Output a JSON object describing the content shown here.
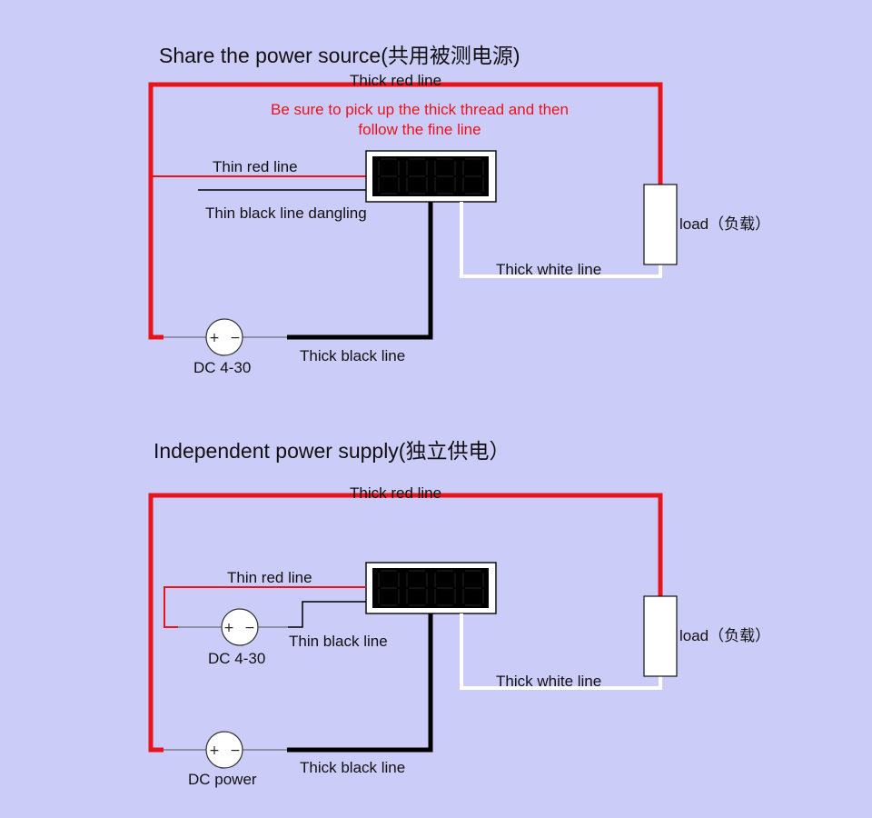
{
  "colors": {
    "background": "#ccccf8",
    "thick_red": "#e8141c",
    "thin_red": "#e8141c",
    "thick_black": "#000000",
    "thin_black": "#000000",
    "thick_white": "#ffffff",
    "warning_text": "#e8141c"
  },
  "diagram1": {
    "title": "Share the power source(共用被测电源)",
    "thick_red_label": "Thick red line",
    "warning_line1": "Be sure to pick up the thick thread and then",
    "warning_line2": "follow the fine line",
    "thin_red_label": "Thin red line",
    "thin_black_label": "Thin black line dangling",
    "thick_white_label": "Thick white line",
    "thick_black_label": "Thick black line",
    "load_label": "load（负载）",
    "source_label": "DC 4-30",
    "source_plus": "+",
    "source_minus": "−"
  },
  "diagram2": {
    "title": "Independent power supply(独立供电）",
    "thick_red_label": "Thick red line",
    "thin_red_label": "Thin red line",
    "thin_black_label": "Thin black line",
    "thick_white_label": "Thick white line",
    "thick_black_label": "Thick black line",
    "load_label": "load（负载）",
    "aux_source_label": "DC 4-30",
    "main_source_label": "DC power",
    "source_plus": "+",
    "source_minus": "−"
  }
}
